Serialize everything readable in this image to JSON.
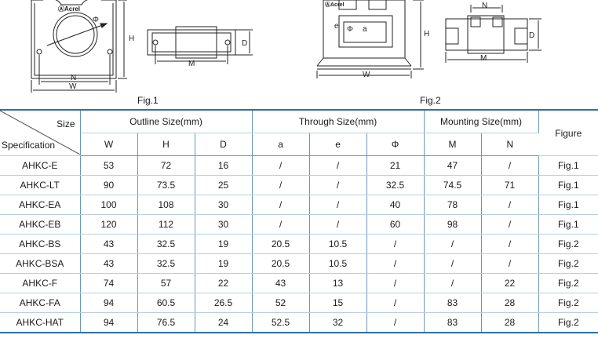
{
  "figures": {
    "fig1_caption": "Fig.1",
    "fig2_caption": "Fig.2",
    "fig1_logo": "ⒶAcrel",
    "fig2_logo": "ⒶAcrel",
    "fig1_dims": {
      "phi": "Φ",
      "h": "H",
      "d": "D",
      "m": "M",
      "n": "N",
      "w": "W"
    },
    "fig2_dims": {
      "phi": "Φ",
      "a": "a",
      "e": "e",
      "h": "H",
      "w": "W",
      "n": "N",
      "d": "D",
      "m": "M"
    }
  },
  "table": {
    "corner_top": "Size",
    "corner_bottom": "Specification",
    "groups": {
      "outline": "Outline Size(mm)",
      "through": "Through Size(mm)",
      "mounting": "Mounting Size(mm)",
      "figure": "Figure"
    },
    "subheaders": [
      "W",
      "H",
      "D",
      "a",
      "e",
      "Φ",
      "M",
      "N"
    ],
    "rows": [
      [
        "AHKC-E",
        "53",
        "72",
        "16",
        "/",
        "/",
        "21",
        "47",
        "/",
        "Fig.1"
      ],
      [
        "AHKC-LT",
        "90",
        "73.5",
        "25",
        "/",
        "/",
        "32.5",
        "74.5",
        "71",
        "Fig.1"
      ],
      [
        "AHKC-EA",
        "100",
        "108",
        "30",
        "/",
        "/",
        "40",
        "78",
        "/",
        "Fig.1"
      ],
      [
        "AHKC-EB",
        "120",
        "112",
        "30",
        "/",
        "/",
        "60",
        "98",
        "/",
        "Fig.1"
      ],
      [
        "AHKC-BS",
        "43",
        "32.5",
        "19",
        "20.5",
        "10.5",
        "/",
        "/",
        "/",
        "Fig.2"
      ],
      [
        "AHKC-BSA",
        "43",
        "32.5",
        "19",
        "20.5",
        "10.5",
        "/",
        "/",
        "/",
        "Fig.2"
      ],
      [
        "AHKC-F",
        "74",
        "57",
        "22",
        "43",
        "13",
        "/",
        "/",
        "22",
        "Fig.2"
      ],
      [
        "AHKC-FA",
        "94",
        "60.5",
        "26.5",
        "52",
        "15",
        "/",
        "83",
        "28",
        "Fig.2"
      ],
      [
        "AHKC-HAT",
        "94",
        "76.5",
        "24",
        "52.5",
        "32",
        "/",
        "83",
        "28",
        "Fig.2"
      ]
    ]
  }
}
